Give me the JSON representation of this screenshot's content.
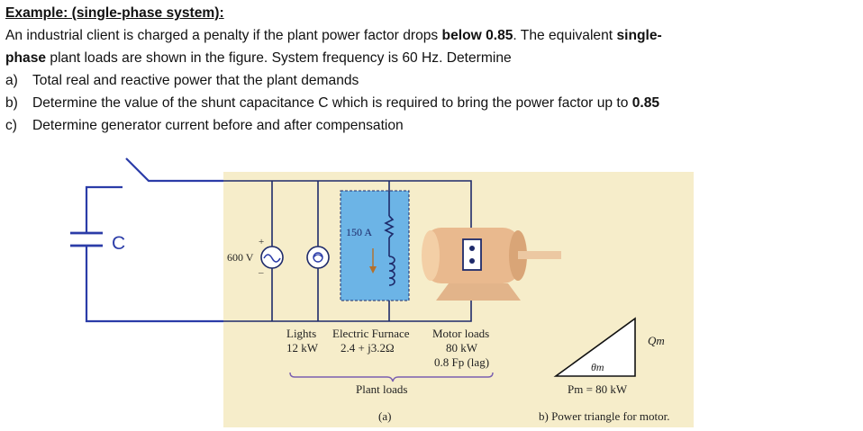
{
  "problem": {
    "title": "Example: (single-phase system):",
    "line1_a": "An industrial client is charged a penalty if the plant power factor drops ",
    "line1_b": "below 0.85",
    "line1_c": ". The equivalent ",
    "line1_d": "single-",
    "line2_a": "phase",
    "line2_b": " plant loads are shown in the figure. System frequency is 60 Hz. Determine",
    "items": [
      {
        "label": "a)",
        "text": "Total real and reactive power that the plant demands"
      },
      {
        "label": "b)",
        "text": "Determine the value of the shunt capacitance C which is required to bring the power factor up to ",
        "bold": "0.85"
      },
      {
        "label": "c)",
        "text": "Determine generator current before and after compensation"
      }
    ]
  },
  "figure": {
    "capacitor_label": "C",
    "source_voltage": "600 V",
    "source_plus": "+",
    "source_minus": "–",
    "furnace_current": "150 A",
    "loads": {
      "lights": [
        "Lights",
        "12 kW"
      ],
      "furnace": [
        "Electric Furnace",
        "2.4 + j3.2Ω"
      ],
      "motor": [
        "Motor loads",
        "80 kW",
        "0.8 Fp (lag)"
      ]
    },
    "plant_loads_label": "Plant loads",
    "caption_a": "(a)",
    "triangle": {
      "q_label": "Qm",
      "theta_label": "θm",
      "p_label": "Pm = 80 kW",
      "caption": "b) Power triangle for motor."
    },
    "colors": {
      "panel_bg": "#f6edca",
      "furnace_bg": "#6cb4e6",
      "wire": "#2b3ca8",
      "motor": "#e9b98e"
    }
  }
}
